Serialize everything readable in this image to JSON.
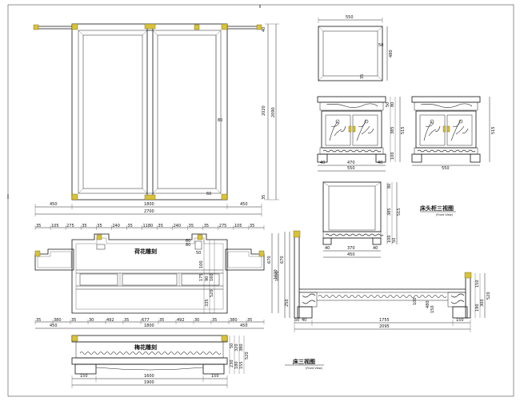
{
  "titles": {
    "bedside_cabinet": "床头柜三视图",
    "bedside_cabinet_sub": "(Front View)",
    "bed": "床三视图",
    "bed_sub": "(Front View)",
    "lotus_carving": "荷花雕刻",
    "plum_carving": "梅花雕刻"
  },
  "top_plan": {
    "overall_width": "2700",
    "side_left": "450",
    "center": "1800",
    "side_right": "450",
    "height_inner": "2020",
    "height_outer": "2090",
    "dim_80": "80",
    "dim_60": "60",
    "dim_35": "35",
    "dim_40": "40"
  },
  "headboard_elev": {
    "top_row": [
      "35",
      "105",
      "275",
      "35",
      "35",
      "240",
      "35",
      "1180",
      "35",
      "240",
      "35",
      "35",
      "275",
      "105",
      "35"
    ],
    "bottom_row": [
      "35",
      "380",
      "35",
      "30",
      "492",
      "35",
      "677",
      "35",
      "492",
      "30",
      "35",
      "380",
      "35"
    ],
    "bottom_totals": [
      "450",
      "1800",
      "450"
    ],
    "right_dims": [
      "670",
      "1020",
      "520",
      "335",
      "175",
      "90",
      "160",
      "100"
    ],
    "small": [
      "80",
      "60",
      "50"
    ]
  },
  "footboard_elev": {
    "overall": "1900",
    "inner": "1600",
    "left": "150",
    "right": "150",
    "right_dims": [
      "520",
      "380",
      "320",
      "230",
      "180",
      "155",
      "50"
    ]
  },
  "cabinet_top": {
    "width": "550",
    "depth": "480",
    "dim_50": "50",
    "dim_35": "35"
  },
  "cabinet_front": {
    "width": "550",
    "inner": "470",
    "legs": [
      "40",
      "40"
    ],
    "heights": [
      "515",
      "385",
      "80",
      "100",
      "50"
    ]
  },
  "cabinet_side": {
    "width": "550",
    "height": "515"
  },
  "cabinet_side_view": {
    "width": "450",
    "inner": "370",
    "legs": [
      "40",
      "40"
    ],
    "height": "515",
    "dims": [
      "385",
      "80",
      "100",
      "50"
    ]
  },
  "bed_side": {
    "overall": "2095",
    "inner": "1755",
    "legs": [
      "40",
      "150"
    ],
    "left_small": "50",
    "heights": [
      "670",
      "1020",
      "250",
      "480",
      "150",
      "100",
      "520",
      "150",
      "190",
      "300"
    ]
  }
}
